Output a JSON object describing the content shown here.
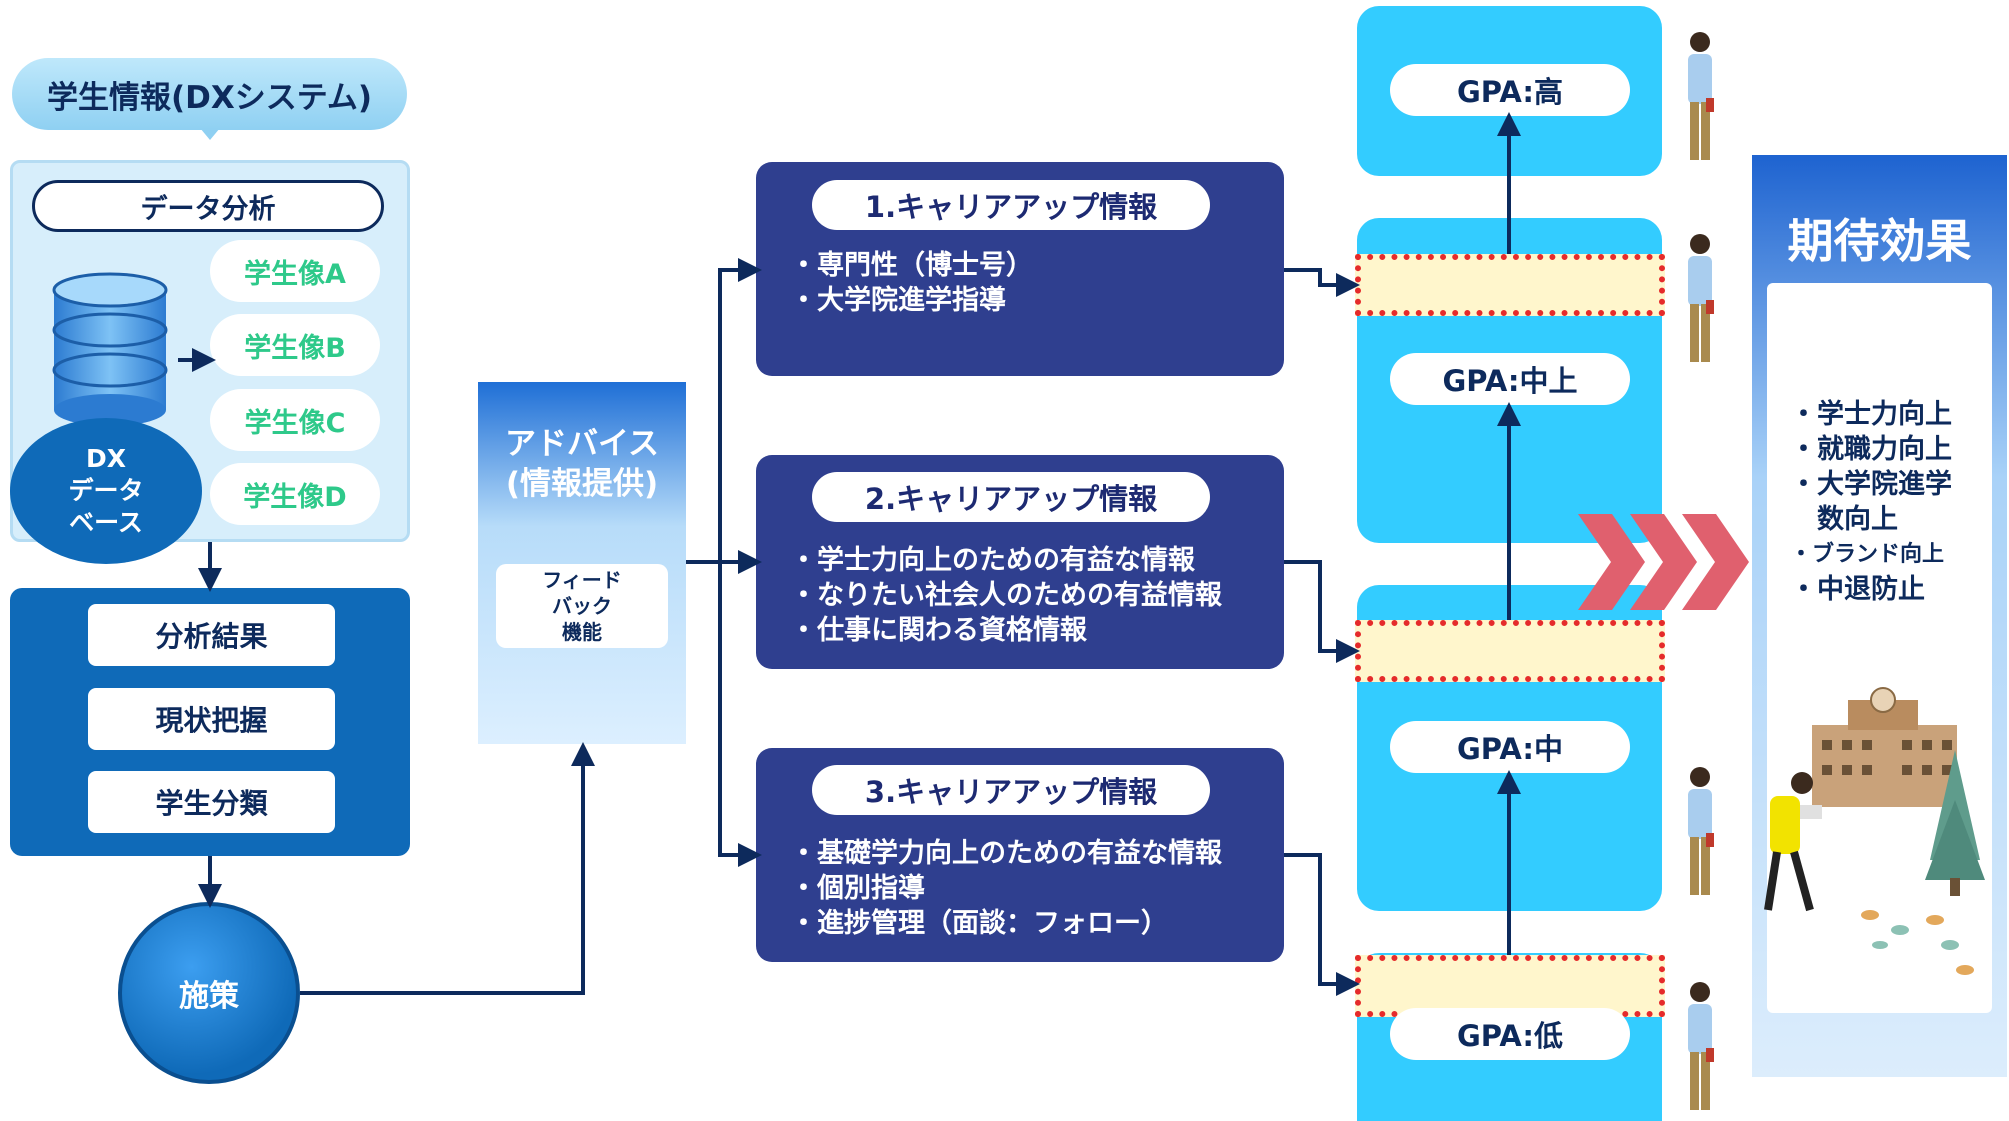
{
  "left": {
    "title": "学生情報(DXシステム)",
    "analysis": "データ分析",
    "database_lines": [
      "DX",
      "データ",
      "ベース"
    ],
    "profiles": [
      "学生像A",
      "学生像B",
      "学生像C",
      "学生像D"
    ],
    "results": [
      "分析結果",
      "現状把握",
      "学生分類"
    ],
    "measure": "施策"
  },
  "advice": {
    "title_line1": "アドバイス",
    "title_line2": "(情報提供)",
    "feedback_lines": [
      "フィード",
      "バック",
      "機能"
    ]
  },
  "career": [
    {
      "title": "1.キャリアアップ情報",
      "items": [
        "専門性（博士号）",
        "大学院進学指導"
      ]
    },
    {
      "title": "2.キャリアアップ情報",
      "items": [
        "学士力向上のための有益な情報",
        "なりたい社会人のための有益情報",
        "仕事に関わる資格情報"
      ]
    },
    {
      "title": "3.キャリアアップ情報",
      "items": [
        "基礎学力向上のための有益な情報",
        "個別指導",
        "進捗管理（面談：フォロー）"
      ]
    }
  ],
  "gpa": [
    "GPA:高",
    "GPA:中上",
    "GPA:中",
    "GPA:低"
  ],
  "effect": {
    "title": "期待効果",
    "items": [
      "学士力向上",
      "就職力向上",
      "大学院進学",
      "数向上",
      "ブランド向上",
      "中退防止"
    ]
  },
  "colors": {
    "navy": "#0d2a5c",
    "blue": "#0f6ab8",
    "career_box": "#2f3f8f",
    "gpa_panel": "#33ccff",
    "green_text": "#2ec98a",
    "dotted_red": "#e52b2b",
    "chevron": "#e0606e"
  },
  "icons": [
    "database-icon",
    "student-figure-icon",
    "school-building-icon",
    "tree-icon",
    "reading-student-icon",
    "chevron-arrows-icon"
  ]
}
